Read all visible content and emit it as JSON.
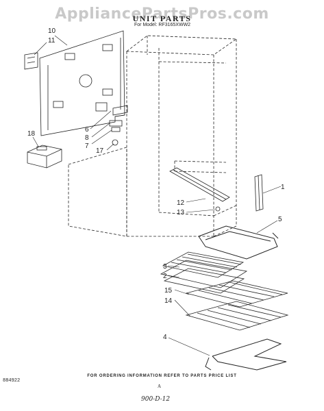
{
  "watermark": "AppliancePartsPros.com",
  "title": "UNIT PARTS",
  "subtitle": "For Model: RF3165XWW2",
  "footer": "FOR ORDERING INFORMATION REFER TO PARTS PRICE LIST",
  "doc_number": "884922",
  "page_letter": "A",
  "handwritten_note": "900-D-12",
  "callouts": [
    "10",
    "11",
    "6",
    "8",
    "7",
    "17",
    "18",
    "1",
    "12",
    "13",
    "5",
    "3",
    "2",
    "15",
    "14",
    "4"
  ]
}
